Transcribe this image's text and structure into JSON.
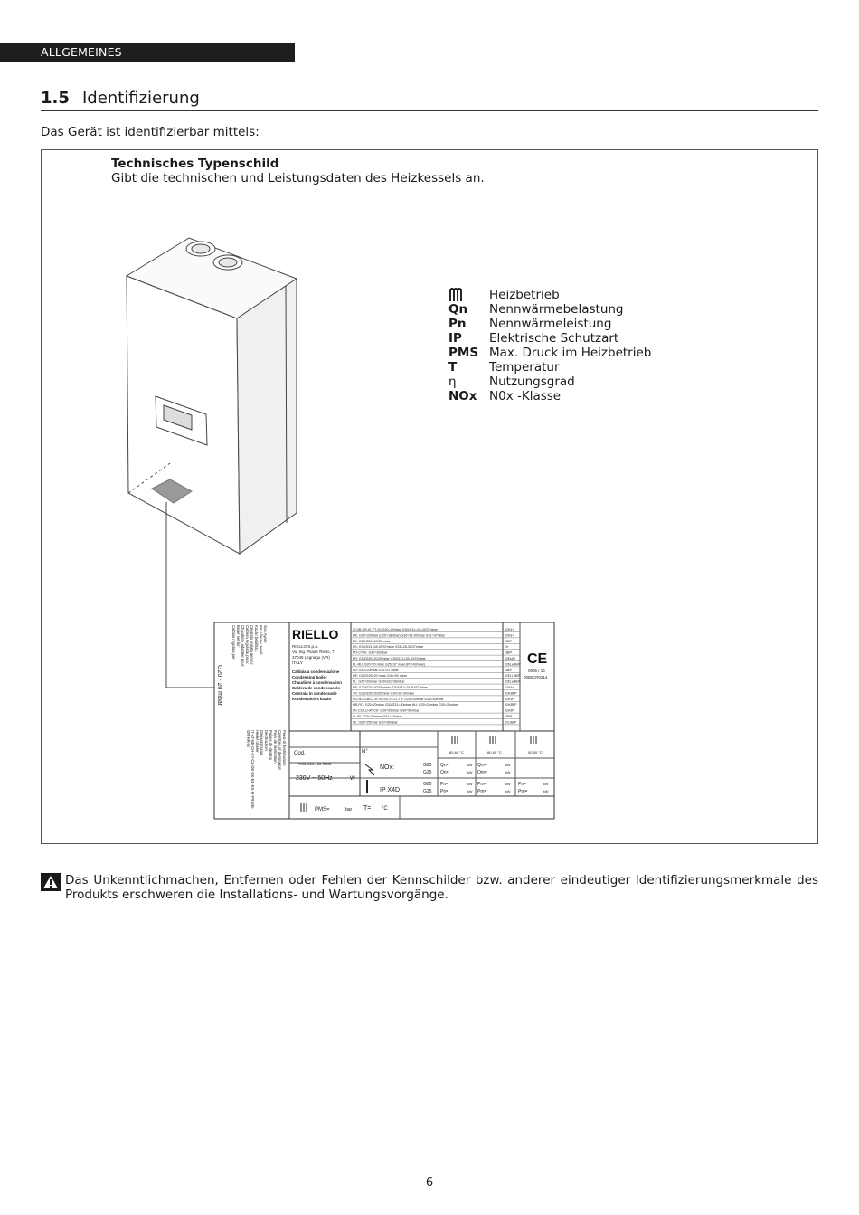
{
  "header": {
    "section": "ALLGEMEINES"
  },
  "heading": {
    "number": "1.5",
    "title": "Identifizierung"
  },
  "intro": "Das Gerät ist identifizierbar mittels:",
  "plate": {
    "title": "Technisches Typenschild",
    "desc": "Gibt die technischen und Leistungsdaten des Heizkessels an."
  },
  "legend": [
    {
      "sym": "",
      "label": "Heizbetrieb",
      "icon": "heating-icon"
    },
    {
      "sym": "Qn",
      "label": "Nennwärmebelastung"
    },
    {
      "sym": "Pn",
      "label": "Nennwärmeleistung"
    },
    {
      "sym": "IP",
      "label": "Elektrische Schutzart"
    },
    {
      "sym": "PMS",
      "label": "Max. Druck im Heizbetrieb"
    },
    {
      "sym": "T",
      "label": "Temperatur"
    },
    {
      "sym": "η",
      "label": "Nutzungsgrad"
    },
    {
      "sym": "NOx",
      "label": "N0x -Klasse"
    }
  ],
  "nameplate": {
    "brand": "RIELLO",
    "company": [
      "RIELLO S.p.A.",
      "Via Ing. Pilade Riello, 7",
      "37045 Legnago (VR)",
      "ITALY"
    ],
    "boiler_types": [
      "Caldaia a condensazione",
      "Condensing boiler",
      "Chaudière à condensation",
      "Caldera de condensación",
      "Centrala in condensatie",
      "Kondenzációs kazán"
    ],
    "country_lines": [
      "IT-GB-GR-IE-PT-SI: G20=20mbar G30/G31=28-30/37mbar",
      "DK: G20=20mbar (G25=18mbar) G30=28-30mbar G31=37mbar",
      "BE: G20/G25=20/25 mbar",
      "ES: G30/G31=28-30/37mbar G31=28-30/37mbar",
      "MT-CY-IS: G30=30mbar",
      "FR: G20/G25=20/25mbar G30/G31=28-30/37mbar",
      "PL-RU: G20=20 mbar G25=37 mbar (Pn=43mbar)",
      "LU: G20=20mbar G31=37 mbar",
      "DE: G20/G25=20 mbar G30=50 mbar",
      "PL: G20=20mbar G30/G31=36mbar",
      "FR: G20/G25=20/25 mbar G30/G31=28-30/37 mbar",
      "TR: G20/G25=20/25mbar G30=28-30mbar",
      "RO-IE-SI-BG-CH-SK-EE-LV-LT-TR: G20=20mbar G30=30mbar",
      "HR-RO: G20=20mbar G30/G31=30mbar HU: G20=25mbar G30=30mbar",
      "SK-CZ-LU-AT-CH: G20=20mbar G30=50mbar",
      "SI-SK: G20=20mbar G31=37mbar",
      "NL: G25=25mbar G30=30mbar"
    ],
    "categories": [
      "II2H3+",
      "II2H3+",
      "I3B/P",
      "I3+",
      "I3B/P",
      "II2Esi3+",
      "II2ELw3B/P",
      "I3B/P",
      "II2ELL3B/P",
      "II2ELw3B/P",
      "II2H3+",
      "II2H3B/P",
      "II2H3P",
      "II2H3B/P",
      "II2H3P",
      "I3B/P",
      "II2L3B/P"
    ],
    "ce": {
      "mark": "CE",
      "number": "0085 / 16",
      "pin": "0085CR0214"
    },
    "cod_label": "Cod.",
    "n_label": "N°",
    "pmin_label": "P.min.G25= 20 mbar",
    "supply": "230V ~ 50Hz",
    "w_label": "W",
    "nox_label": "NOx:",
    "ip_label": "IP X4D",
    "gas_g20": "G20",
    "gas_g25": "G25",
    "qn_label": "Qn=",
    "qm_label": "Qm=",
    "pn_label": "Pn=",
    "pm_label": "Pm=",
    "kw_label": "kW",
    "temp_8060": "80-60 °C",
    "temp_5030": "50-30 °C",
    "pms_label": "PMS=",
    "bar_label": "bar",
    "t_label": "T=",
    "degc_label": "°C",
    "rotated_lines": [
      "Caldaia regolata per:",
      "Boiler set for:",
      "Chaudière adaptée pour:",
      "Caldera regulada para:",
      "Centrala reglata pentru:",
      "Kazán beállítás:",
      "Pro cílovou země:",
      "Gas Ayarlı:"
    ],
    "rotated_gas": "G20 - 20 mbar",
    "rotated_right": [
      "Paesi di destinazione",
      "Countries of destination",
      "Pays de destination",
      "Paises de destino",
      "Destinazioni",
      "Dieliaszorszag",
      "Hedef ülkeler",
      "IT-AT-BE-CH-CY-CZ-DE-DK-EE-ES-FI-FR-GB-",
      "GR-HR-IS"
    ]
  },
  "warning": "Das Unkenntlichmachen, Entfernen oder Fehlen der Kennschilder bzw. anderer eindeutiger Identifizierungsmerkmale des Produkts erschweren die Installations- und Wartungsvorgänge.",
  "page_number": "6"
}
